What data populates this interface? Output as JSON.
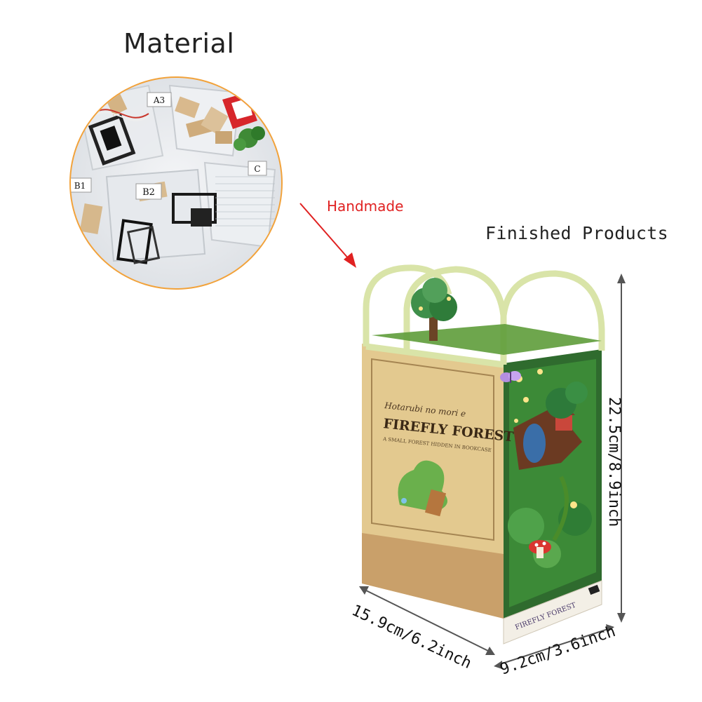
{
  "title": "Material",
  "arrow_label": "Handmade",
  "finished_label": "Finished Products",
  "dimensions": {
    "height": "22.5cm/8.9inch",
    "width": "15.9cm/6.2inch",
    "depth": "9.2cm/3.6inch"
  },
  "bag_labels": [
    "A3",
    "B1",
    "B2",
    "C"
  ],
  "product": {
    "series_script": "Hotarubi no mori e",
    "title": "FIREFLY FOREST",
    "subtitle": "A SMALL FOREST HIDDEN IN BOOKCASE",
    "plaque": "FIREFLY FOREST"
  },
  "colors": {
    "arrow": "#e02121",
    "circle_border": "#f2a23a",
    "box_tan": "#d8b47a",
    "frame_green": "#d9e4a8"
  }
}
